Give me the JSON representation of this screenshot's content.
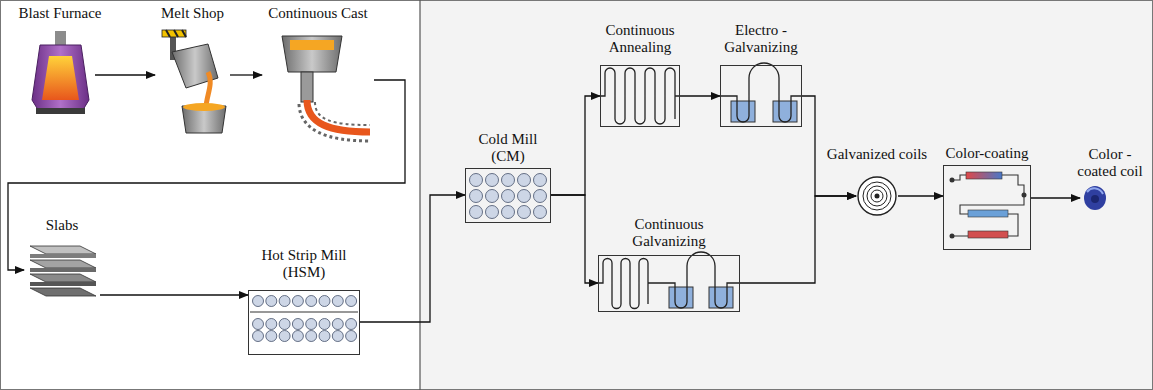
{
  "diagram": {
    "nodes": [
      {
        "text": [
          "Blast Furnace"
        ]
      },
      {
        "text": [
          "Melt Shop"
        ]
      },
      {
        "text": [
          "Continuous Cast"
        ]
      },
      {
        "text": [
          "Slabs"
        ]
      },
      {
        "text": [
          "Hot Strip Mill (HSM)"
        ]
      },
      {
        "text": [
          "Cold Mill (CM)"
        ]
      },
      {
        "text": [
          "Continuous Annealing"
        ]
      },
      {
        "text": [
          "Electro - Galvanizing"
        ]
      },
      {
        "text": [
          "Continuous Galvanizing"
        ]
      },
      {
        "text": [
          "Galvanized coils"
        ]
      },
      {
        "text": [
          "Color-coating"
        ]
      },
      {
        "text": [
          "Color - coated coil"
        ]
      }
    ],
    "edges": [
      {
        "from": 0,
        "to": 1,
        "arrow": "to"
      },
      {
        "from": 1,
        "to": 2,
        "arrow": "to"
      },
      {
        "from": 2,
        "to": 3,
        "arrow": "to"
      },
      {
        "from": 3,
        "to": 4,
        "arrow": "to"
      },
      {
        "from": 4,
        "to": 5,
        "arrow": "to"
      },
      {
        "from": 5,
        "to": 6,
        "arrow": "to"
      },
      {
        "from": 5,
        "to": 8,
        "arrow": "to"
      },
      {
        "from": 6,
        "to": 7,
        "arrow": "to"
      },
      {
        "from": 7,
        "to": 9,
        "arrow": "to"
      },
      {
        "from": 8,
        "to": 9,
        "arrow": "to"
      },
      {
        "from": 9,
        "to": 10,
        "arrow": "to"
      },
      {
        "from": 10,
        "to": 11,
        "arrow": "to"
      }
    ]
  }
}
